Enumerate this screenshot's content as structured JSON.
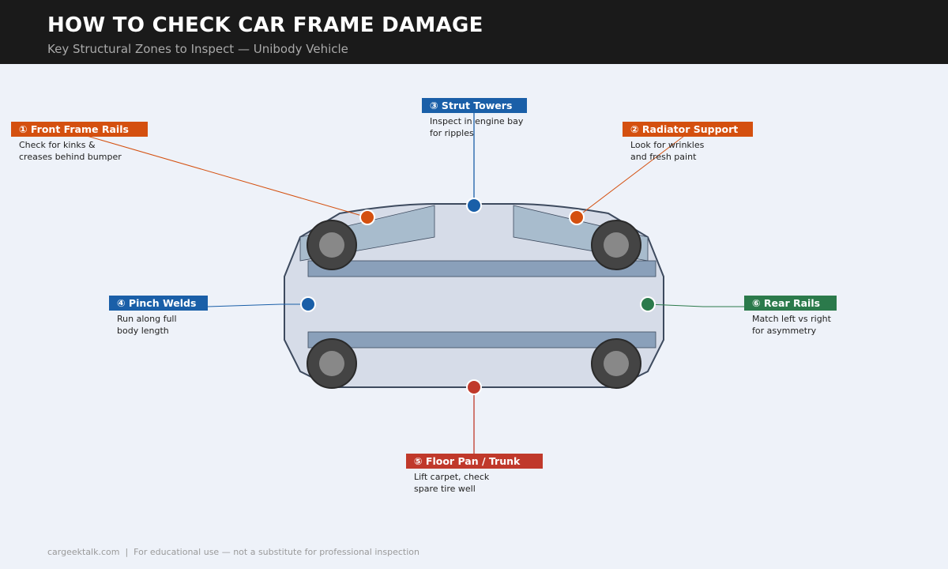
{
  "header": {
    "title": "HOW TO CHECK CAR FRAME DAMAGE",
    "subtitle": "Key Structural Zones to Inspect — Unibody Vehicle"
  },
  "colors": {
    "orange": "#d4500f",
    "blue": "#1a5fa8",
    "green": "#2b7a4b",
    "red": "#c0392b",
    "header_bg": "#1a1a1a",
    "page_bg": "#eef2f9",
    "body_fill": "#d6dce8",
    "rail_fill": "#8aa0ba",
    "glass_fill": "#a8bccd",
    "tire_fill": "#444444",
    "hub_fill": "#888888"
  },
  "zones": [
    {
      "label": "① Front Frame Rails",
      "desc": [
        "Check for kinks &",
        "creases behind bumper"
      ],
      "color": "orange"
    },
    {
      "label": "② Radiator Support",
      "desc": [
        "Look for wrinkles",
        "and fresh paint"
      ],
      "color": "orange"
    },
    {
      "label": "③ Strut Towers",
      "desc": [
        "Inspect in engine bay",
        "for ripples"
      ],
      "color": "blue"
    },
    {
      "label": "④ Pinch Welds",
      "desc": [
        "Run along full",
        "body length"
      ],
      "color": "blue"
    },
    {
      "label": "⑤ Floor Pan / Trunk",
      "desc": [
        "Lift carpet, check",
        "spare tire well"
      ],
      "color": "red"
    },
    {
      "label": "⑥ Rear Rails",
      "desc": [
        "Match left vs right",
        "for asymmetry"
      ],
      "color": "green"
    }
  ],
  "footer": "cargeektalk.com  |  For educational use — not a substitute for professional inspection"
}
